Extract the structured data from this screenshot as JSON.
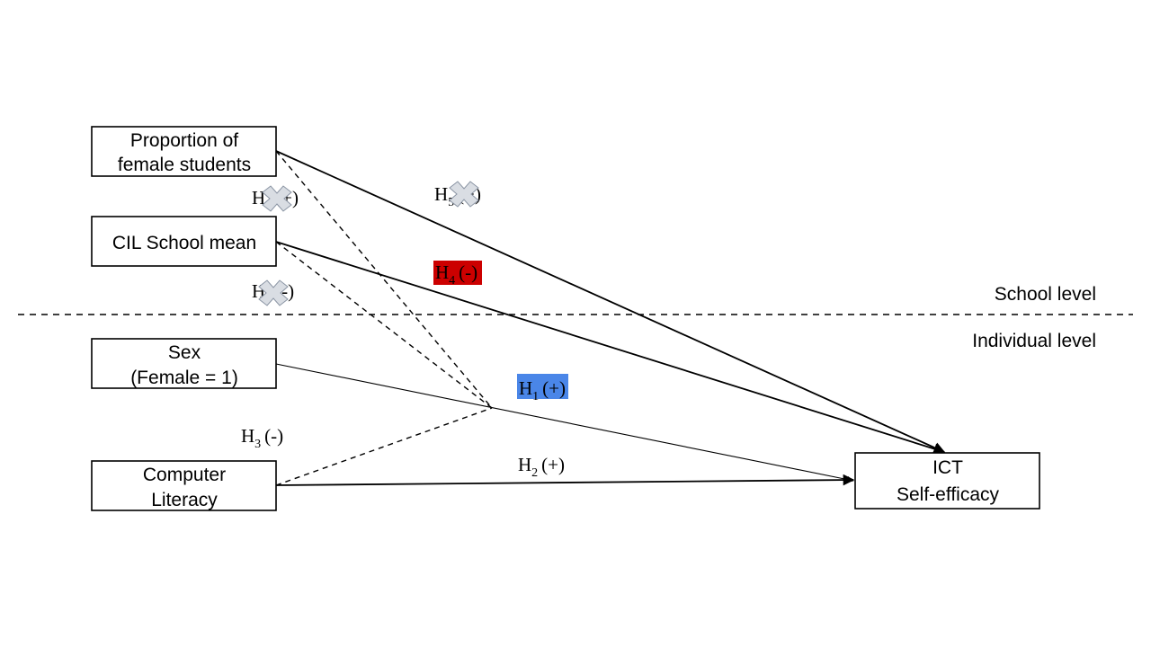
{
  "boxes": {
    "proportion_female": [
      "Proportion of",
      "female students"
    ],
    "cil_school_mean": [
      "CIL School mean"
    ],
    "sex": [
      "Sex",
      "(Female = 1)"
    ],
    "computer_literacy": [
      "Computer",
      "Literacy"
    ],
    "ict_self_efficacy": [
      "ICT",
      "Self-efficacy"
    ]
  },
  "levels": {
    "school": "School level",
    "individual": "Individual level"
  },
  "hypotheses": {
    "h1": {
      "letter": "H",
      "num": "1",
      "sign": "(+)",
      "status": "supported",
      "highlight": "#4a86e8"
    },
    "h2": {
      "letter": "H",
      "num": "2",
      "sign": "(+)",
      "status": "neutral"
    },
    "h3": {
      "letter": "H",
      "num": "3",
      "sign": "(-)",
      "status": "neutral"
    },
    "h4": {
      "letter": "H",
      "num": "4",
      "sign": "(-)",
      "status": "supported",
      "highlight": "#cc0000"
    },
    "h5": {
      "letter": "H",
      "num": "5",
      "sign": "(+)",
      "status": "rejected"
    },
    "h6": {
      "letter": "H",
      "num": "6",
      "sign": "(+)",
      "status": "rejected"
    },
    "h7": {
      "letter": "H",
      "num": "7",
      "sign": "(-)",
      "status": "rejected"
    }
  },
  "colors": {
    "cross_fill": "#d9dde3",
    "cross_stroke": "#8a94a3"
  }
}
